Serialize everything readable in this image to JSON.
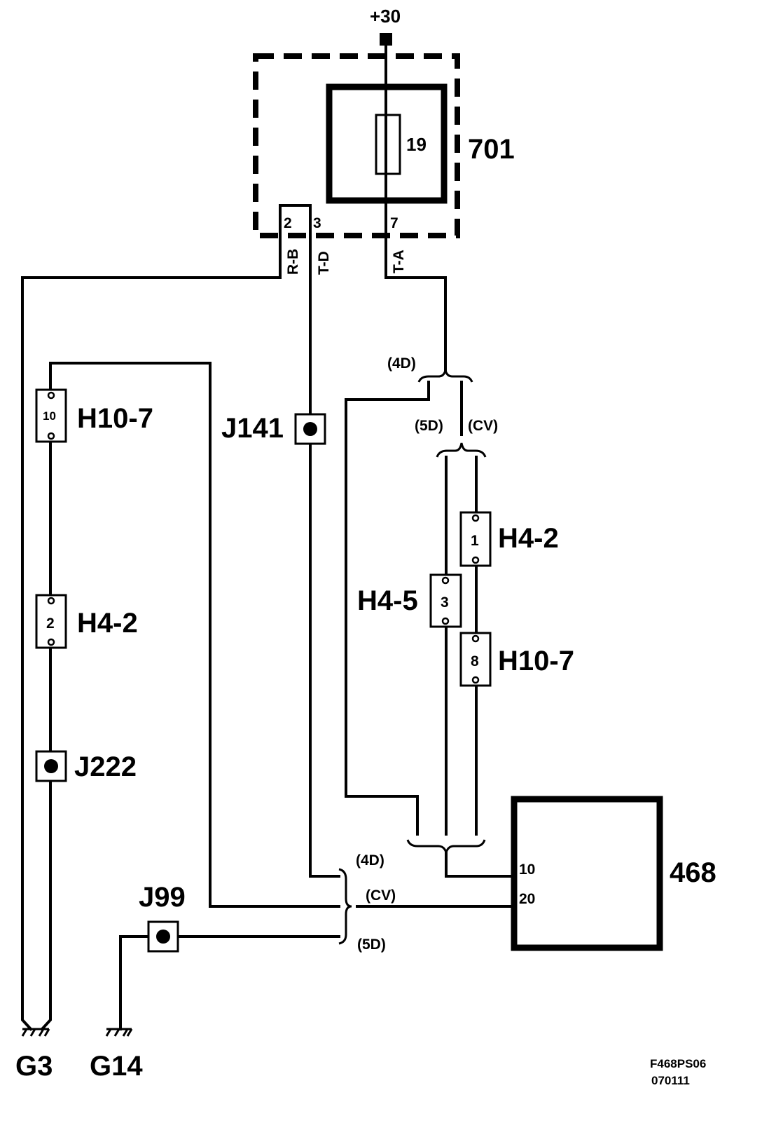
{
  "power": {
    "label": "+30"
  },
  "fusebox": {
    "id": "701",
    "fuse": "19",
    "pins": {
      "a": "2",
      "b": "3",
      "c": "7"
    }
  },
  "wires": {
    "rb": "R-B",
    "td": "T-D",
    "ta": "T-A"
  },
  "splices": {
    "j141": "J141",
    "j222": "J222",
    "j99": "J99"
  },
  "connectors": {
    "left_top": {
      "name": "H10-7",
      "pin": "10"
    },
    "left_mid": {
      "name": "H4-2",
      "pin": "2"
    },
    "right_h42": {
      "name": "H4-2",
      "pin": "1"
    },
    "right_h45": {
      "name": "H4-5",
      "pin": "3"
    },
    "right_h107": {
      "name": "H10-7",
      "pin": "8"
    }
  },
  "variants": {
    "top_4d": "(4D)",
    "top_5d": "(5D)",
    "top_cv": "(CV)",
    "bot_4d": "(4D)",
    "bot_cv": "(CV)",
    "bot_5d": "(5D)"
  },
  "module": {
    "id": "468",
    "pin_a": "10",
    "pin_b": "20"
  },
  "grounds": {
    "g3": "G3",
    "g14": "G14"
  },
  "footer": {
    "code": "F468PS06",
    "date": "070111"
  }
}
